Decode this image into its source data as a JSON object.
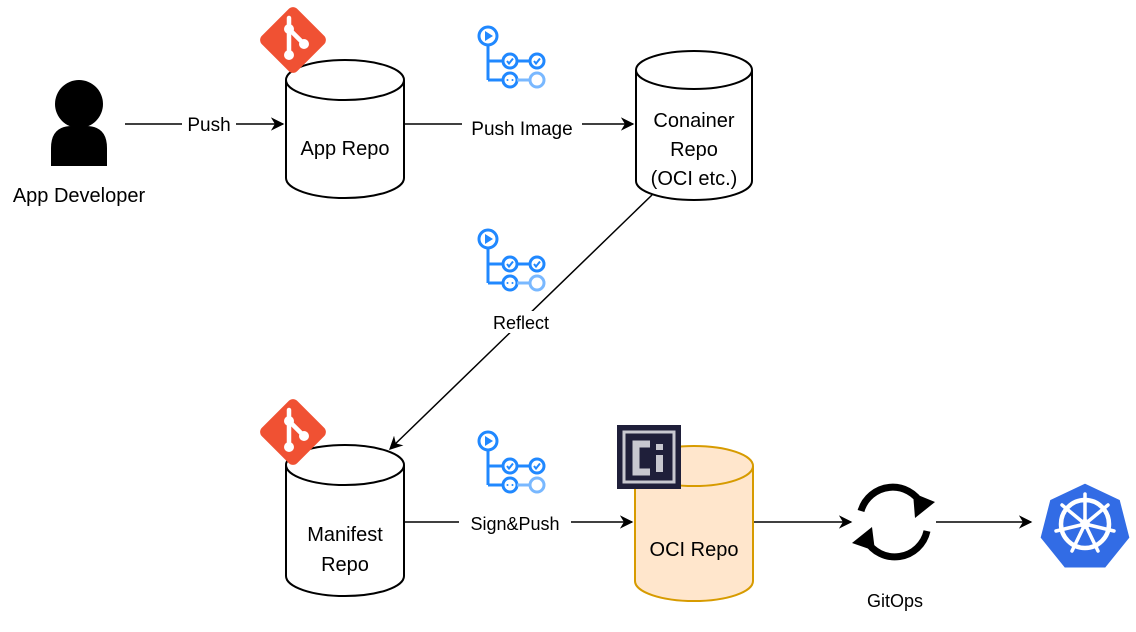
{
  "nodes": {
    "developer": {
      "label": "App Developer"
    },
    "app_repo": {
      "label": "App Repo"
    },
    "container_repo": {
      "lines": [
        "Conainer",
        "Repo",
        "(OCI etc.)"
      ]
    },
    "manifest_repo": {
      "lines": [
        "Manifest",
        "Repo"
      ]
    },
    "oci_repo": {
      "label": "OCI Repo"
    },
    "gitops": {
      "label": "GitOps"
    }
  },
  "edges": {
    "push": "Push",
    "push_image": "Push Image",
    "reflect": "Reflect",
    "sign_push": "Sign&Push"
  },
  "icons": {
    "git": "git-icon",
    "actions": "github-actions-icon",
    "ci": "ci-icon",
    "sync": "sync-icon",
    "kubernetes": "kubernetes-icon"
  },
  "colors": {
    "git": "#F05133",
    "actions": "#2088FF",
    "actions_light": "#79B8FF",
    "oci_fill": "#FFE6CC",
    "oci_stroke": "#D79B00",
    "ci_bg": "#1F1F3A",
    "kubernetes": "#326CE5"
  }
}
